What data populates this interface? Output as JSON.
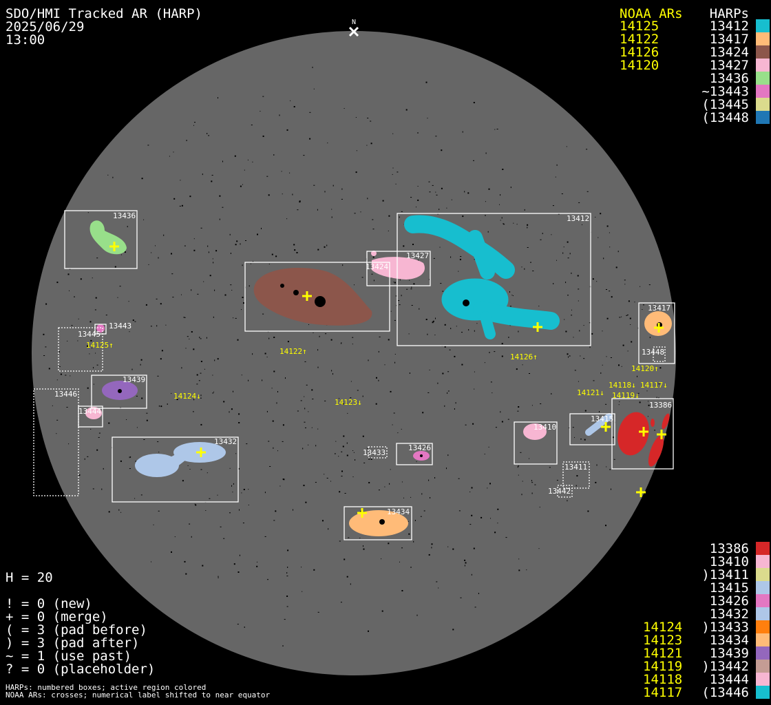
{
  "header": {
    "title": "SDO/HMI Tracked AR (HARP)",
    "date": "2025/06/29",
    "time": "13:00",
    "north_label": "N"
  },
  "legend_top": {
    "noaa_header": "NOAA ARs",
    "harp_header": "HARPs",
    "rows": [
      {
        "noaa": "14125",
        "harp": "13412",
        "color": "#17becf"
      },
      {
        "noaa": "14122",
        "harp": "13417",
        "color": "#ffbb78"
      },
      {
        "noaa": "14126",
        "harp": "13424",
        "color": "#8c564b"
      },
      {
        "noaa": "14120",
        "harp": "13427",
        "color": "#f7b6d2"
      },
      {
        "noaa": "",
        "harp": "13436",
        "color": "#98df8a"
      },
      {
        "noaa": "",
        "harp": "~13443",
        "color": "#e377c2"
      },
      {
        "noaa": "",
        "harp": "(13445",
        "color": "#dbdb8d"
      },
      {
        "noaa": "",
        "harp": "(13448",
        "color": "#1f77b4"
      }
    ]
  },
  "legend_bottom": {
    "rows": [
      {
        "noaa": "",
        "harp": "13386",
        "color": "#d62728"
      },
      {
        "noaa": "",
        "harp": "13410",
        "color": "#f7b6d2"
      },
      {
        "noaa": "",
        "harp": ")13411",
        "color": "#dbdb8d"
      },
      {
        "noaa": "",
        "harp": "13415",
        "color": "#aec7e8"
      },
      {
        "noaa": "",
        "harp": "13426",
        "color": "#e377c2"
      },
      {
        "noaa": "",
        "harp": "13432",
        "color": "#aec7e8"
      },
      {
        "noaa": "14124",
        "harp": ")13433",
        "color": "#ff7f0e"
      },
      {
        "noaa": "14123",
        "harp": "13434",
        "color": "#ffbb78"
      },
      {
        "noaa": "14121",
        "harp": "13439",
        "color": "#9467bd"
      },
      {
        "noaa": "14119",
        "harp": ")13442",
        "color": "#c49c94"
      },
      {
        "noaa": "14118",
        "harp": "13444",
        "color": "#f7b6d2"
      },
      {
        "noaa": "14117",
        "harp": "(13446",
        "color": "#17becf"
      }
    ]
  },
  "stats": {
    "h": "H = 20",
    "lines": [
      "! = 0 (new)",
      "+ = 0 (merge)",
      "( = 3 (pad before)",
      ") = 3 (pad after)",
      "~ = 1 (use past)",
      "? = 0 (placeholder)"
    ]
  },
  "footnotes": [
    "HARPs: numbered boxes; active region colored",
    "NOAA ARs: crosses; numerical label shifted to near equator"
  ],
  "harp_labels": {
    "h13436": "13436",
    "h13424": "13424",
    "h13427": "13427",
    "h13412": "13412",
    "h13417": "13417",
    "h13448": "13448",
    "h13445": "13445",
    "h13443": "13443",
    "h13439": "13439",
    "h13446": "13446",
    "h13444": "13444",
    "h13432": "13432",
    "h13433": "13433",
    "h13426": "13426",
    "h13434": "13434",
    "h13410": "13410",
    "h13415": "13415",
    "h13386": "13386",
    "h13411": "13411",
    "h13442": "13442"
  },
  "noaa_labels": {
    "n14125": "14125↑",
    "n14122": "14122↑",
    "n14126": "14126↑",
    "n14120": "14120↑",
    "n14124": "14124↓",
    "n14123": "14123↓",
    "n14121": "14121↓",
    "n14118": "14118↓",
    "n14117": "14117↓",
    "n14119": "14119↓"
  }
}
